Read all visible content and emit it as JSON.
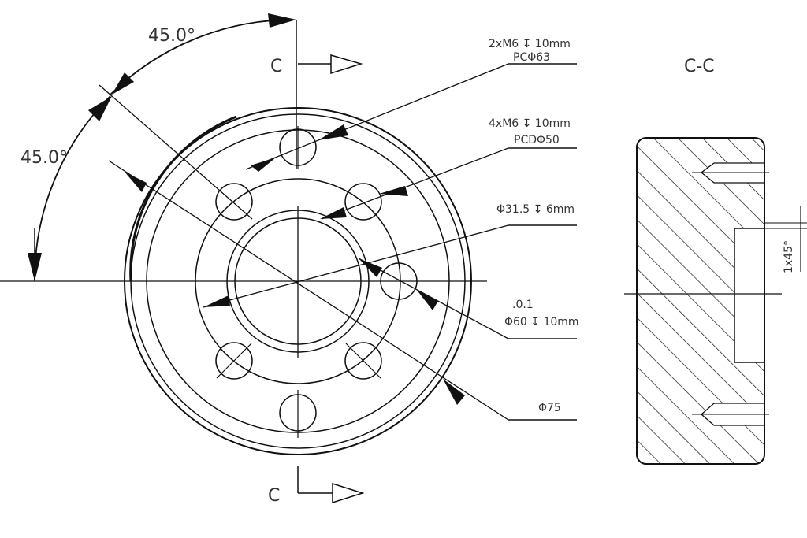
{
  "angles": {
    "upper": "45.0°",
    "lower": "45.0°"
  },
  "section": {
    "marker_top": "C",
    "marker_bottom": "C",
    "title": "C-C"
  },
  "callouts": {
    "m6_2x": {
      "line1": "2xM6 ↧ 10mm",
      "line2": "PCΦ63"
    },
    "m6_4x": {
      "line1": "4xM6 ↧ 10mm",
      "line2": "PCDΦ50"
    },
    "bore31": {
      "line1": "Φ31.5 ↧ 6mm"
    },
    "bore60": {
      "tol": ".0.1",
      "line1": "Φ60 ↧ 10mm"
    },
    "outer75": {
      "line1": "Φ75"
    }
  },
  "chamfer": {
    "label": "1x45°"
  }
}
